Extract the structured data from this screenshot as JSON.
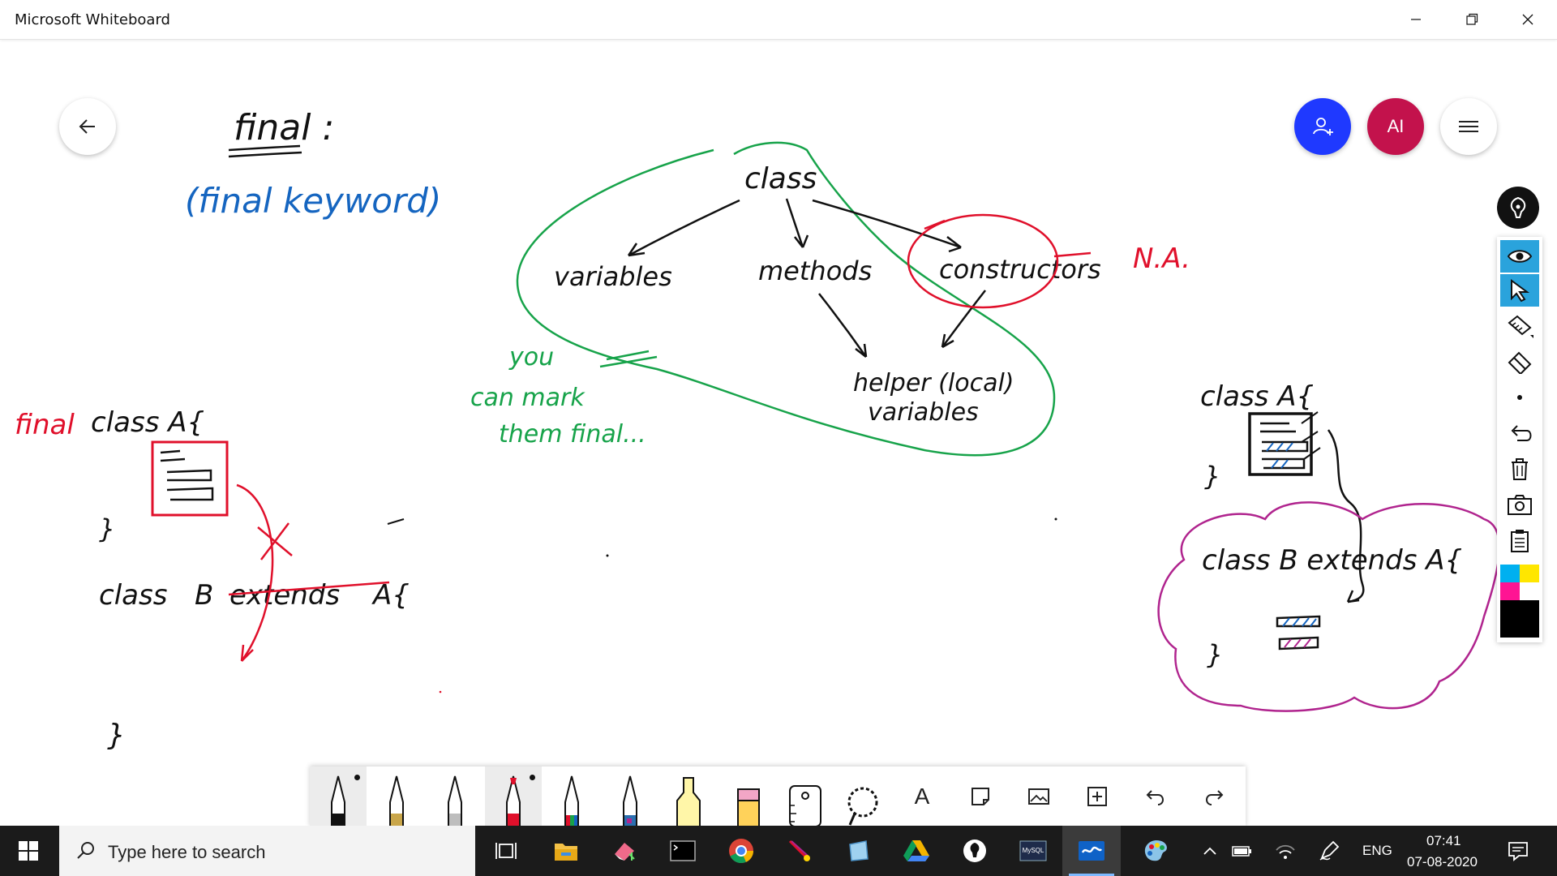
{
  "window": {
    "title": "Microsoft Whiteboard"
  },
  "header": {
    "avatar_initials": "AI"
  },
  "board": {
    "heading": "final :",
    "subheading": "(final keyword)",
    "diagram": {
      "root": "class",
      "children": [
        "variables",
        "methods",
        "constructors"
      ],
      "helper": [
        "helper (local)",
        "variables"
      ],
      "na_note": "N.A.",
      "side_note": [
        "you",
        "can mark",
        "them final..."
      ]
    },
    "left_example": {
      "prefix": "final",
      "class_a": "class    A{",
      "class_a_close": "}",
      "class_b_word": "class",
      "class_b_name": "B",
      "extends_word": "extends",
      "class_b_parent": "A{",
      "class_b_close": "}"
    },
    "right_example": {
      "class_a": "class  A{",
      "class_a_close": "}",
      "class_b": "class  B  extends  A{",
      "class_b_close": "}"
    }
  },
  "colors": {
    "ink_black": "#111111",
    "ink_blue": "#1565c0",
    "ink_green": "#17a34a",
    "ink_red": "#e0102b",
    "ink_purple": "#b0248e",
    "accent": "#2aa3dc"
  },
  "side_toolbar": {
    "items": [
      "eye-icon",
      "select-icon",
      "ruler-stack-icon",
      "eraser-icon",
      "dot-icon",
      "undo-icon",
      "trash-icon",
      "camera-icon",
      "clipboard-icon",
      "color-palette"
    ]
  },
  "bottom_toolbar": {
    "tools": [
      "black-pen",
      "gold-pen",
      "silver-pen",
      "red-pen",
      "rainbow-pen",
      "galaxy-pen",
      "highlighter",
      "eraser",
      "ruler",
      "lasso",
      "text",
      "sticky-note",
      "image",
      "add",
      "undo",
      "redo"
    ],
    "text_tool_label": "A"
  },
  "taskbar": {
    "search_placeholder": "Type here to search",
    "language": "ENG",
    "time": "07:41",
    "date": "07-08-2020",
    "mysql_label": "MySQL"
  }
}
